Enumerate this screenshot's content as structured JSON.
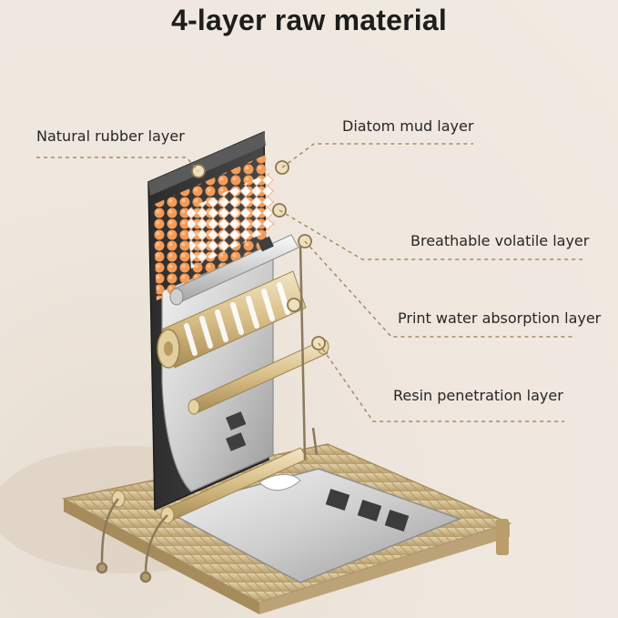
{
  "title": "4-layer raw material",
  "layers": [
    {
      "label": "Natural rubber layer"
    },
    {
      "label": "Diatom mud layer"
    },
    {
      "label": "Breathable volatile layer"
    },
    {
      "label": "Print water absorption layer"
    },
    {
      "label": "Resin penetration layer"
    }
  ],
  "colors": {
    "background": "#efe7de",
    "rubber": "#3a3a3a",
    "diatom": "#f28a45",
    "frame": "#d6c39a",
    "leader": "#a88a63"
  }
}
